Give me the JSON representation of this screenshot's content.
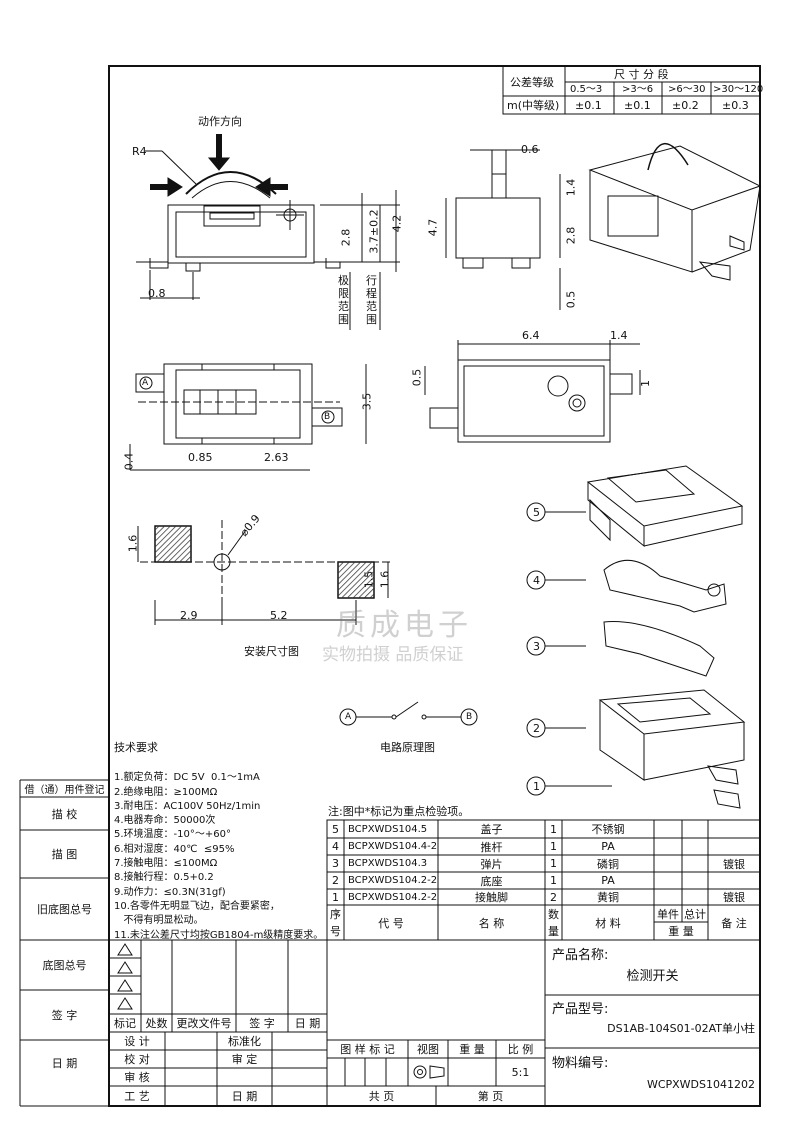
{
  "tolerance": {
    "grade_label": "公差等级",
    "size_header": "尺 寸 分 段",
    "ranges": [
      "0.5～3",
      ">3～6",
      ">6～30",
      ">30～120"
    ],
    "row_label": "m(中等级)",
    "values": [
      "±0.1",
      "±0.1",
      "±0.2",
      "±0.3"
    ]
  },
  "drawing": {
    "action_dir": "动作方向",
    "r4": "R4",
    "dims": {
      "d06": "0.6",
      "d14a": "1.4",
      "d42": "4.2",
      "d37": "3.7±0.2",
      "d28a": "2.8",
      "d47": "4.7",
      "d28b": "2.8",
      "d05": "0.5",
      "d08": "0.8",
      "d64": "6.4",
      "d14b": "1.4",
      "d05b": "0.5",
      "d1": "1",
      "d35": "3.5",
      "d04": "0.4",
      "d085": "0.85",
      "d263": "2.63",
      "d16a": "1.6",
      "dphi": "⌀0.9",
      "d15": "1.5",
      "d16b": "1.6",
      "d29": "2.9",
      "d52": "5.2"
    },
    "limit_range": [
      "极",
      "限",
      "范",
      "围"
    ],
    "travel_range": [
      "行",
      "程",
      "范",
      "围"
    ],
    "pin_a": "A",
    "pin_b": "B",
    "mount_title": "安装尺寸图",
    "circuit_title": "电路原理图",
    "balloons": [
      "5",
      "4",
      "3",
      "2",
      "1"
    ]
  },
  "watermark": {
    "line1": "质成电子",
    "line2": "实物拍摄 品质保证"
  },
  "tech": {
    "title": "技术要求",
    "items": [
      "1.额定负荷：DC 5V  0.1～1mA",
      "2.绝缘电阻：≥100MΩ",
      "3.耐电压：AC100V 50Hz/1min",
      "4.电器寿命：50000次",
      "5.环境温度：-10°～+60°",
      "6.相对湿度：40℃  ≤95%",
      "7.接触电阻：≤100MΩ",
      "8.接触行程：0.5+0.2",
      "9.动作力：≤0.3N(31gf)",
      "10.各零件无明显飞边，配合要紧密，",
      "   不得有明显松动。",
      "11.未注公差尺寸均按GB1804-m级精度要求。"
    ]
  },
  "note": "注:图中*标记为重点检验项。",
  "bom": {
    "rows": [
      {
        "no": "5",
        "code": "BCPXWDS104.5",
        "name": "盖子",
        "qty": "1",
        "mat": "不锈钢",
        "remark": ""
      },
      {
        "no": "4",
        "code": "BCPXWDS104.4-2",
        "name": "推杆",
        "qty": "1",
        "mat": "PA",
        "remark": ""
      },
      {
        "no": "3",
        "code": "BCPXWDS104.3",
        "name": "弹片",
        "qty": "1",
        "mat": "磷铜",
        "remark": "镀银"
      },
      {
        "no": "2",
        "code": "BCPXWDS104.2-2",
        "name": "底座",
        "qty": "1",
        "mat": "PA",
        "remark": ""
      },
      {
        "no": "1",
        "code": "BCPXWDS104.2-2",
        "name": "接触脚",
        "qty": "2",
        "mat": "黄铜",
        "remark": "镀银"
      }
    ],
    "headers": {
      "no1": "序",
      "no2": "号",
      "code": "代    号",
      "name": "名    称",
      "qty1": "数",
      "qty2": "量",
      "mat": "材    料",
      "unit": "单件",
      "total": "总计",
      "weight": "重  量",
      "remark": "备  注"
    }
  },
  "title_block": {
    "product_name_label": "产品名称:",
    "product_name": "检测开关",
    "model_label": "产品型号:",
    "model": "DS1AB-104S01-02AT单小柱",
    "material_label": "物料编号:",
    "material": "WCPXWDS1041202",
    "rev_headers": [
      "标记",
      "处数",
      "更改文件号",
      "签 字",
      "日 期"
    ],
    "design": "设  计",
    "standard": "标准化",
    "check": "校  对",
    "review": "审  定",
    "audit": "审  核",
    "process": "工  艺",
    "date": "日  期",
    "drawing_mark": "图 样 标 记",
    "weight": "重 量",
    "ratio": "比 例",
    "view": "视图",
    "scale": "5:1",
    "total_pages": "共      页",
    "page": "第      页"
  },
  "left_strip": {
    "top": "借（通）用件登记",
    "rows": [
      "描    校",
      "描    图",
      "旧底图总号",
      "底图总号",
      "签    字",
      "日    期"
    ]
  }
}
